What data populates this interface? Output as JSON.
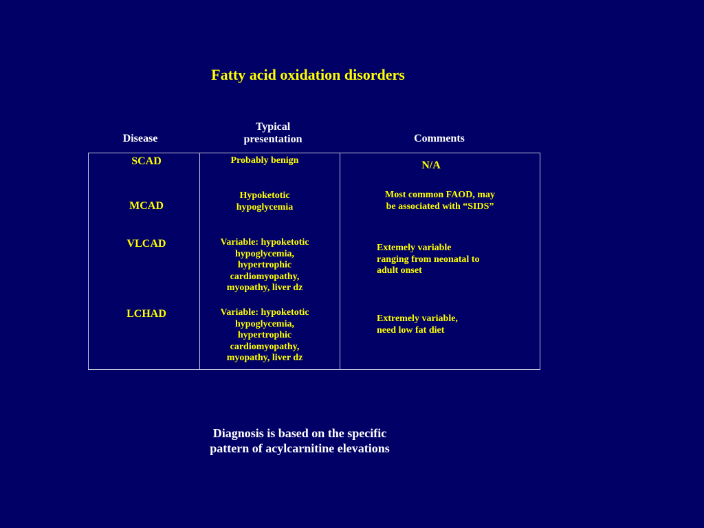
{
  "title": "Fatty acid oxidation disorders",
  "table": {
    "headers": {
      "disease": "Disease",
      "presentation": [
        "Typical",
        "presentation"
      ],
      "comments": "Comments"
    },
    "rows": [
      {
        "disease": "SCAD",
        "presentation": [
          "Probably benign"
        ],
        "comments": [
          "N/A"
        ]
      },
      {
        "disease": "MCAD",
        "presentation": [
          "Hypoketotic",
          "hypoglycemia"
        ],
        "comments": [
          "Most common FAOD, may",
          "be associated with “SIDS”"
        ]
      },
      {
        "disease": "VLCAD",
        "presentation": [
          "Variable: hypoketotic",
          "hypoglycemia,",
          "hypertrophic",
          "cardiomyopathy,",
          "myopathy, liver dz"
        ],
        "comments": [
          "Extemely variable",
          "ranging from neonatal to",
          "adult onset"
        ]
      },
      {
        "disease": "LCHAD",
        "presentation": [
          "Variable: hypoketotic",
          "hypoglycemia,",
          "hypertrophic",
          "cardiomyopathy,",
          "myopathy, liver dz"
        ],
        "comments": [
          "Extremely variable,",
          "need low fat diet"
        ]
      }
    ]
  },
  "footer": [
    "Diagnosis is based on the specific",
    "pattern of acylcarnitine elevations"
  ],
  "colors": {
    "background": "#000066",
    "title_and_cells": "#ffff00",
    "headers_and_footer": "#ffffff",
    "table_lines": "#c8c8d8"
  }
}
